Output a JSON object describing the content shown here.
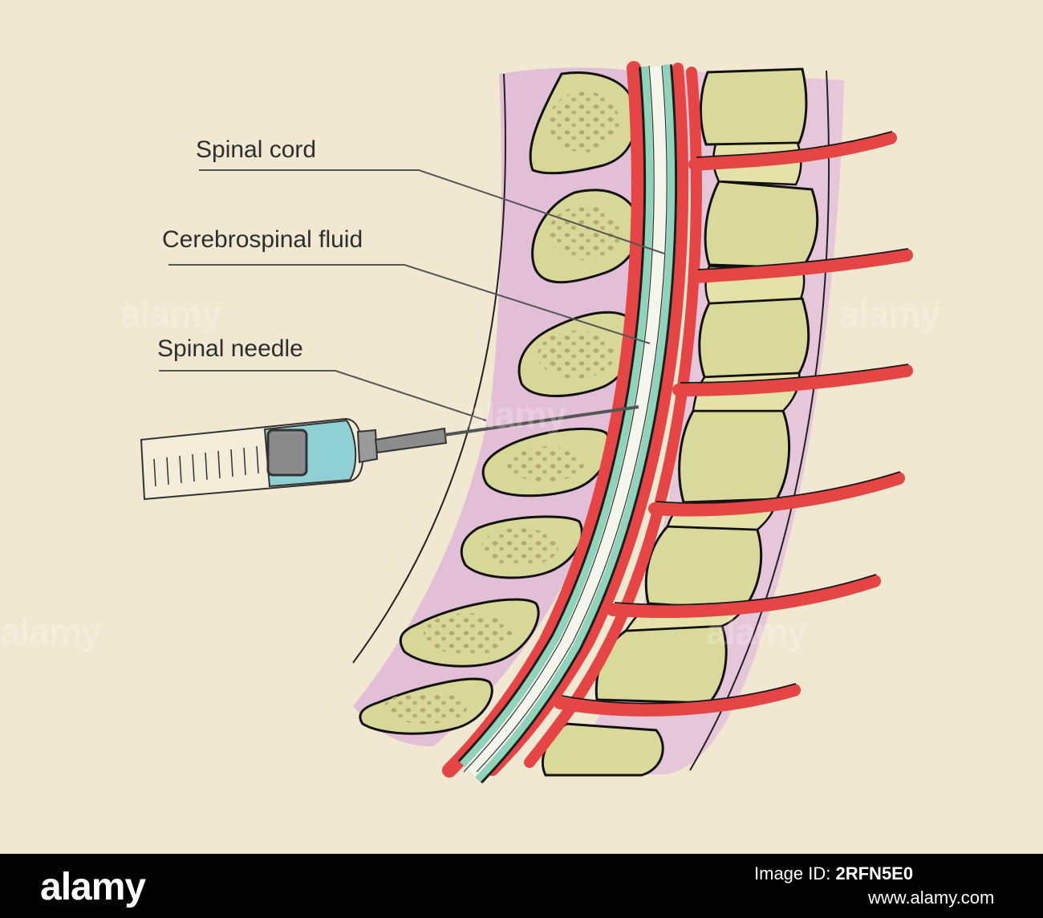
{
  "labels": {
    "spinal_cord": "Spinal cord",
    "csf": "Cerebrospinal fluid",
    "needle": "Spinal needle"
  },
  "watermark": "alamy",
  "footer": {
    "brand": "alamy",
    "image_id_label": "Image ID:",
    "image_id": "2RFN5E0",
    "site": "www.alamy.com"
  },
  "colors": {
    "background": "#f1e8d2",
    "soft_tissue": "#e2bfd6",
    "bone": "#d7d798",
    "artery": "#e64545",
    "csf": "#8fd3b8",
    "cord": "#f4f6ee",
    "syringe": "#8fd0d4"
  }
}
